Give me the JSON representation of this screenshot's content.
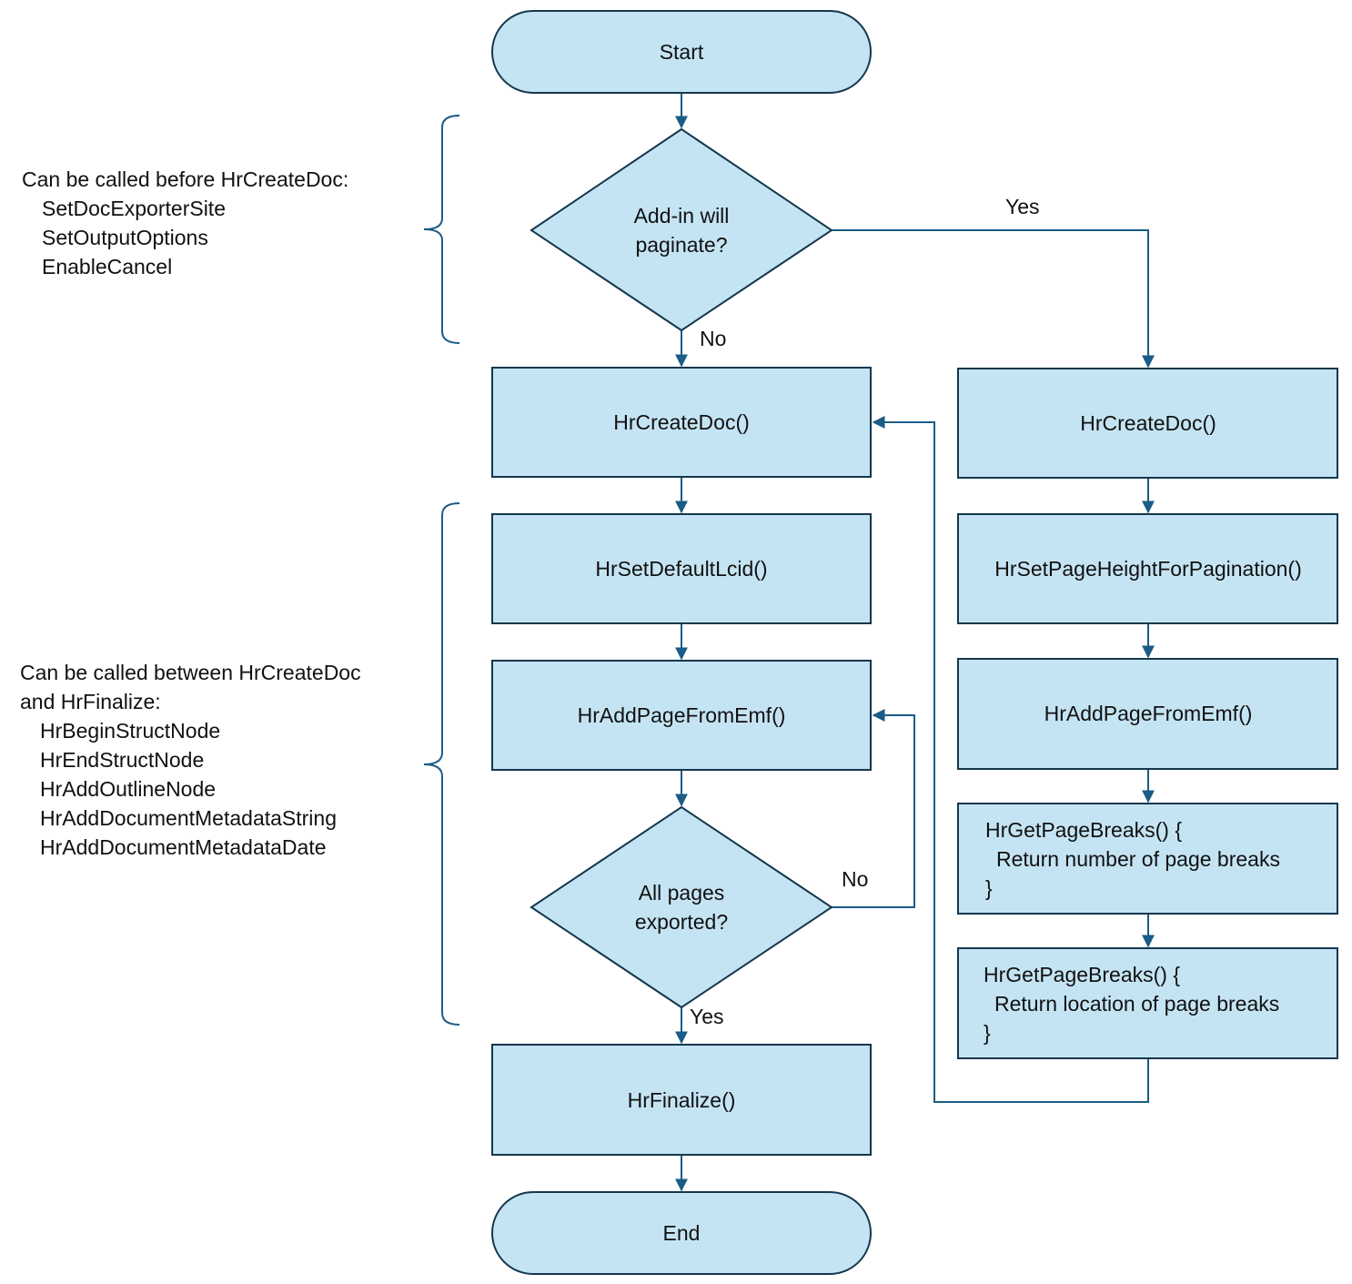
{
  "nodes": {
    "start": {
      "text": [
        "Start"
      ]
    },
    "decision_paginate": {
      "text": [
        "Add-in will",
        "paginate?"
      ]
    },
    "create_doc_left": {
      "text": [
        "HrCreateDoc()"
      ]
    },
    "create_doc_right": {
      "text": [
        "HrCreateDoc()"
      ]
    },
    "set_default_lcid": {
      "text": [
        "HrSetDefaultLcid()"
      ]
    },
    "set_page_height": {
      "text": [
        "HrSetPageHeightForPagination()"
      ]
    },
    "add_page_left": {
      "text": [
        "HrAddPageFromEmf()"
      ]
    },
    "add_page_right": {
      "text": [
        "HrAddPageFromEmf()"
      ]
    },
    "get_breaks_count": {
      "text": [
        "HrGetPageBreaks() {",
        "Return number of page breaks",
        "}"
      ]
    },
    "get_breaks_location": {
      "text": [
        "HrGetPageBreaks() {",
        "Return location of page breaks",
        "}"
      ]
    },
    "decision_all_pages": {
      "text": [
        "All pages",
        "exported?"
      ]
    },
    "finalize": {
      "text": [
        "HrFinalize()"
      ]
    },
    "end": {
      "text": [
        "End"
      ]
    }
  },
  "edge_labels": {
    "yes_paginate": "Yes",
    "no_paginate": "No",
    "no_all_pages": "No",
    "yes_all_pages": "Yes"
  },
  "notes": {
    "before_create": {
      "title": "Can be called before HrCreateDoc:",
      "items": [
        "SetDocExporterSite",
        "SetOutputOptions",
        "EnableCancel"
      ]
    },
    "between": {
      "title_lines": [
        "Can be called between HrCreateDoc",
        "and HrFinalize:"
      ],
      "items": [
        "HrBeginStructNode",
        "HrEndStructNode",
        "HrAddOutlineNode",
        "HrAddDocumentMetadataString",
        "HrAddDocumentMetadataDate"
      ]
    }
  },
  "colors": {
    "fill": "#c5e4f3",
    "stroke": "#14374d",
    "edge": "#1b5c86"
  }
}
